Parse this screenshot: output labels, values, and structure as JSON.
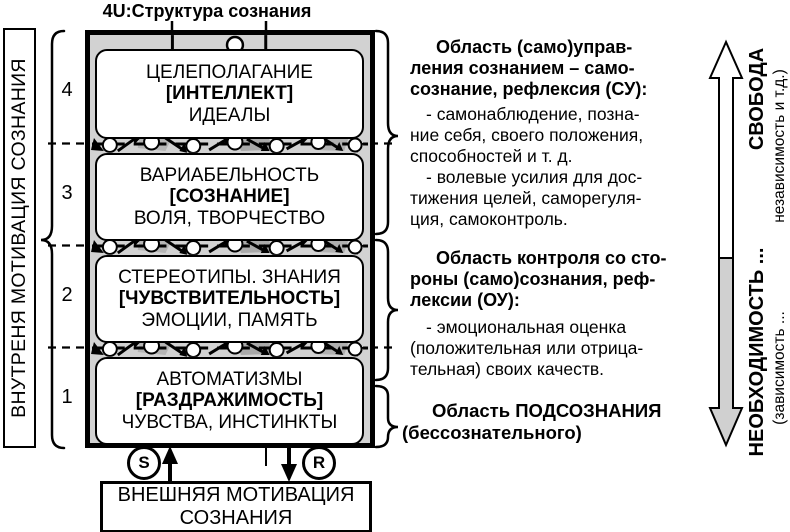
{
  "title": "4U:Структура сознания",
  "left_axis": {
    "label": "ВНУТРЕНЯ МОТИВАЦИЯ СОЗНАНИЯ"
  },
  "levels": [
    {
      "number": "4",
      "line1": "ЦЕЛЕПОЛАГАНИЕ",
      "line2": "[ИНТЕЛЛЕКТ]",
      "line3": "ИДЕАЛЫ"
    },
    {
      "number": "3",
      "line1": "ВАРИАБЕЛЬНОСТЬ",
      "line2": "[СОЗНАНИЕ]",
      "line3": "ВОЛЯ, ТВОРЧЕСТВО"
    },
    {
      "number": "2",
      "line1": "СТЕРЕОТИПЫ. ЗНАНИЯ",
      "line2": "[ЧУВСТВИТЕЛЬНОСТЬ]",
      "line3": "ЭМОЦИИ, ПАМЯТЬ"
    },
    {
      "number": "1",
      "line1": "АВТОМАТИЗМЫ",
      "line2": "[РАЗДРАЖИМОСТЬ]",
      "line3": "ЧУВСТВА, ИНСТИНКТЫ"
    }
  ],
  "right_column": {
    "block1_heading": "Область (само)управ-\nления сознанием – само-\nсознание, рефлексия (СУ):",
    "block1_item1": "- самонаблюдение, позна-\nние себя, своего положения,\nспособностей и т. д.",
    "block1_item2": "- волевые усилия для дос-\nтижения целей, саморегуля-\nция, самоконтроль.",
    "block2_heading": "Область контроля со сто-\nроны  (само)сознания, реф-\nлексии (ОУ):",
    "block2_item1": "- эмоциональная оценка\n(положительная или отрица-\nтельная) своих качеств.",
    "block3_heading": "Область ПОДСОЗНАНИЯ\n(бессознательного)"
  },
  "right_axis": {
    "top_label": "СВОБОДА",
    "top_sublabel": "независимость и т.д.)",
    "bottom_label": "НЕОБХОДИМОСТЬ ...",
    "bottom_sublabel": "(зависимость ..."
  },
  "bottom": {
    "s_label": "S",
    "r_label": "R",
    "external_box": "ВНЕШНЯЯ МОТИВАЦИЯ\nСОЗНАНИЯ"
  },
  "colors": {
    "ink": "#000000",
    "paper": "#ffffff",
    "panel_gray": "#d2d2d2",
    "arrow_gray": "#d0d0d0"
  }
}
